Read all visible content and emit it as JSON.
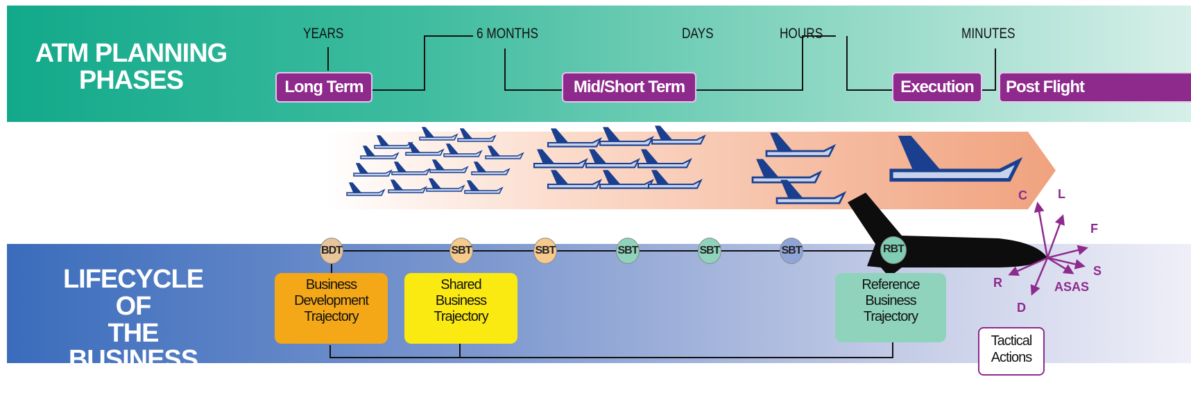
{
  "atm": {
    "title_line1": "ATM PLANNING",
    "title_line2": "PHASES",
    "time_labels": [
      "YEARS",
      "6 MONTHS",
      "DAYS",
      "HOURS",
      "MINUTES"
    ],
    "phases": [
      "Long Term",
      "Mid/Short Term",
      "Execution",
      "Post Flight"
    ]
  },
  "lifecycle": {
    "title_line1": "LIFECYCLE OF",
    "title_line2": "THE BUSINESS",
    "title_line3": "TRAJECTORY",
    "nodes": [
      "BDT",
      "SBT",
      "SBT",
      "SBT",
      "SBT",
      "SBT",
      "RBT"
    ],
    "trajectories": [
      {
        "line1": "Business",
        "line2": "Development",
        "line3": "Trajectory"
      },
      {
        "line1": "Shared",
        "line2": "Business",
        "line3": "Trajectory"
      },
      {
        "line1": "Reference",
        "line2": "Business",
        "line3": "Trajectory"
      }
    ]
  },
  "tactical": {
    "directions": [
      "C",
      "L",
      "F",
      "S",
      "ASAS",
      "D",
      "R"
    ],
    "label_line1": "Tactical",
    "label_line2": "Actions"
  },
  "colors": {
    "phase_box": "#8e2a8c",
    "bdt_node": "#e8c49a",
    "sbt_orange": "#f6c98c",
    "sbt_green": "#8fd3bd",
    "sbt_blue": "#8fa5d8",
    "rbt_node": "#7fcdb3",
    "business_dev_box": "#f5a817",
    "shared_box": "#fbea12",
    "reference_box": "#8fd3bd"
  }
}
